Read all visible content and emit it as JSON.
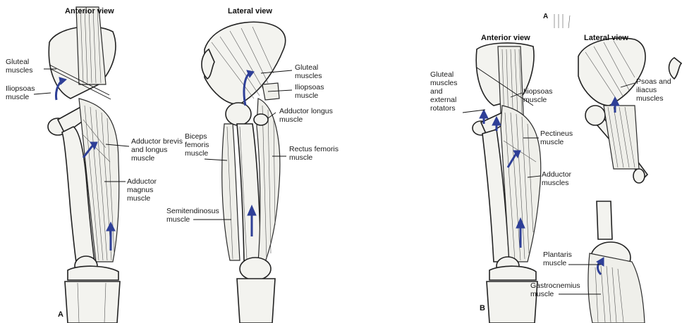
{
  "panel_a": {
    "letter": "A",
    "anterior_heading": "Anterior view",
    "lateral_heading": "Lateral view",
    "labels": {
      "gluteal_anterior": "Gluteal muscles",
      "iliopsoas_anterior": "Iliopsoas muscle",
      "adductor_brevis_longus": "Adductor brevis and longus muscle",
      "adductor_magnus": "Adductor magnus muscle",
      "gluteal_lateral": "Gluteal muscles",
      "iliopsoas_lateral": "Iliopsoas muscle",
      "adductor_longus": "Adductor longus muscle",
      "biceps_femoris": "Biceps femoris muscle",
      "rectus_femoris": "Rectus femoris muscle",
      "semitendinosus": "Semitendinosus muscle"
    }
  },
  "panel_b": {
    "letter": "B",
    "top_letter": "A",
    "anterior_heading": "Anterior view",
    "lateral_heading": "Lateral view",
    "labels": {
      "gluteal_external": "Gluteal muscles and external rotators",
      "iliopsoas": "Iliopsoas muscle",
      "pectineus": "Pectineus muscle",
      "adductor_muscles": "Adductor muscles",
      "psoas_iliacus": "Psoas and iliacus muscles",
      "plantaris": "Plantaris muscle",
      "gastrocnemius": "Gastrocnemius muscle"
    }
  },
  "colors": {
    "arrow": "#2e3f97",
    "outline": "#222222",
    "fill": "#f3f3ef"
  }
}
